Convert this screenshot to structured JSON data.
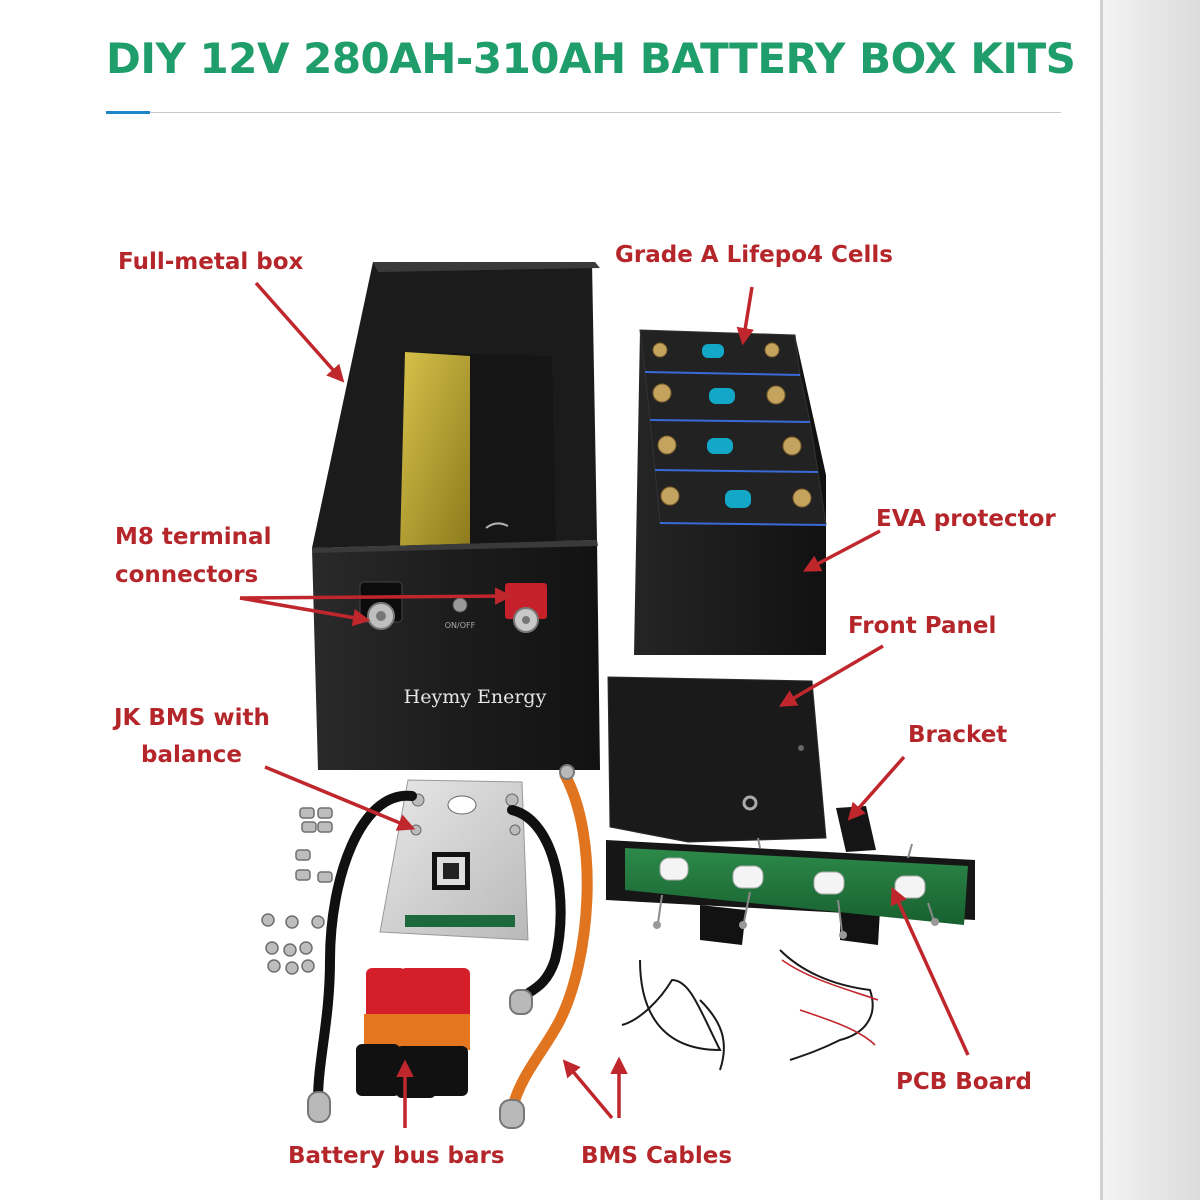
{
  "title": "DIY 12V 280AH-310AH  BATTERY BOX KITS",
  "labels": {
    "full_metal_box": "Full-metal box",
    "cells": "Grade A Lifepo4 Cells",
    "eva": "EVA protector",
    "m8_line1": "M8 terminal",
    "m8_line2": "connectors",
    "front_panel": "Front Panel",
    "bms_line1": "JK BMS with",
    "bms_line2": "balance",
    "bracket": "Bracket",
    "pcb": "PCB Board",
    "bus_bars": "Battery bus bars",
    "bms_cables": "BMS Cables"
  },
  "box_text": {
    "brand": "Heymy Energy",
    "switch": "ON/OFF"
  },
  "colors": {
    "title": "#1f9d6b",
    "label": "#b5262b",
    "arrow": "#c0272d",
    "accent_rule": "#1c86c6"
  }
}
